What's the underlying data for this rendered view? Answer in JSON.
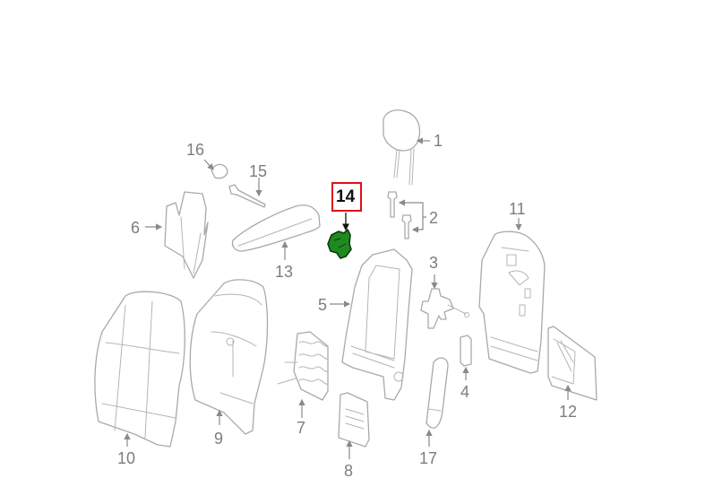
{
  "diagram": {
    "type": "exploded-parts-diagram",
    "subject": "seat back assembly",
    "highlighted_part": "14",
    "colors": {
      "background": "#ffffff",
      "line_art": "#a9a9a9",
      "callout_text": "#7d7d7d",
      "highlight_box": "#e0101a",
      "highlight_part_fill": "#1f8a1f",
      "highlight_part_outline": "#0a3a0a",
      "highlight_label_text": "#111111"
    },
    "callouts": [
      {
        "id": "1",
        "label": "1",
        "part": "headrest"
      },
      {
        "id": "2",
        "label": "2",
        "part": "headrest guide sleeves"
      },
      {
        "id": "3",
        "label": "3",
        "part": "bracket"
      },
      {
        "id": "4",
        "label": "4",
        "part": "trim cap"
      },
      {
        "id": "5",
        "label": "5",
        "part": "seat back frame"
      },
      {
        "id": "6",
        "label": "6",
        "part": "side bolster pad"
      },
      {
        "id": "7",
        "label": "7",
        "part": "lumbar spring mat"
      },
      {
        "id": "8",
        "label": "8",
        "part": "lumbar support panel"
      },
      {
        "id": "9",
        "label": "9",
        "part": "seat back cushion"
      },
      {
        "id": "10",
        "label": "10",
        "part": "seat back cover"
      },
      {
        "id": "11",
        "label": "11",
        "part": "rear back panel"
      },
      {
        "id": "12",
        "label": "12",
        "part": "map pocket"
      },
      {
        "id": "13",
        "label": "13",
        "part": "armrest"
      },
      {
        "id": "14",
        "label": "14",
        "part": "armrest adjuster",
        "highlighted": true
      },
      {
        "id": "15",
        "label": "15",
        "part": "bolt"
      },
      {
        "id": "16",
        "label": "16",
        "part": "cap"
      },
      {
        "id": "17",
        "label": "17",
        "part": "side trim panel"
      }
    ]
  }
}
